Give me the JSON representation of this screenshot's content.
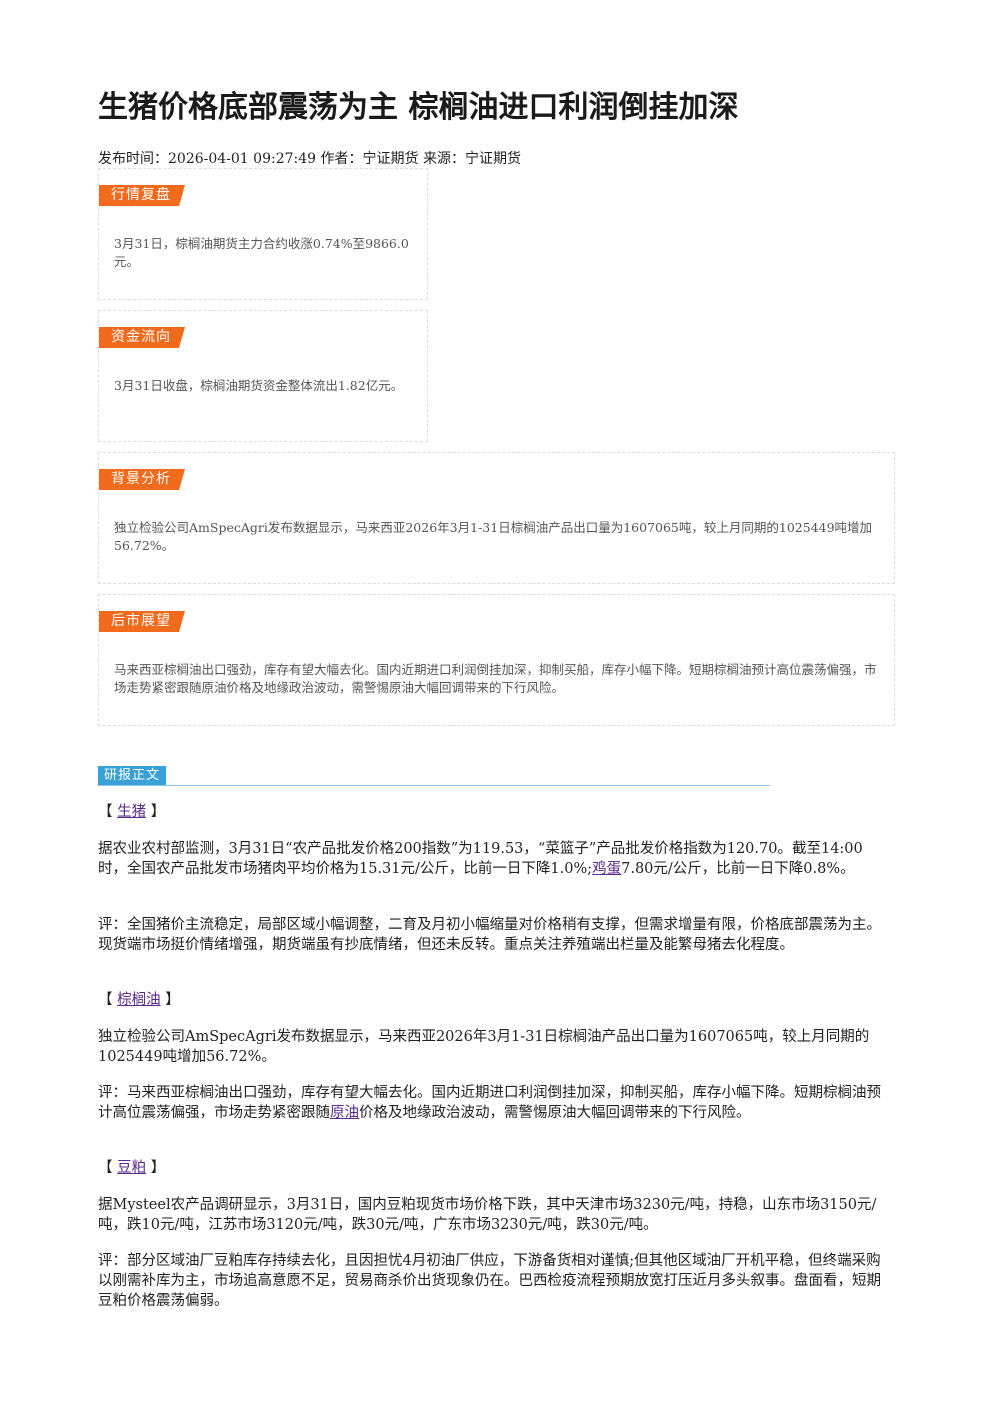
{
  "article": {
    "title": "生猪价格底部震荡为主 棕榈油进口利润倒挂加深",
    "meta": "发布时间：2026-04-01 09:27:49 作者：宁证期货 来源：宁证期货"
  },
  "summary_boxes": [
    {
      "tag": "行情复盘",
      "text": "3月31日，棕榈油期货主力合约收涨0.74%至9866.0元。"
    },
    {
      "tag": "资金流向",
      "text": "3月31日收盘，棕榈油期货资金整体流出1.82亿元。"
    },
    {
      "tag": "背景分析",
      "text": "独立检验公司AmSpecAgri发布数据显示，马来西亚2026年3月1-31日棕榈油产品出口量为1607065吨，较上月同期的1025449吨增加56.72%。"
    },
    {
      "tag": "后市展望",
      "text": "马来西亚棕榈油出口强劲，库存有望大幅去化。国内近期进口利润倒挂加深，抑制买船，库存小幅下降。短期棕榈油预计高位震荡偏强，市场走势紧密跟随原油价格及地缘政治波动，需警惕原油大幅回调带来的下行风险。"
    }
  ],
  "report": {
    "tag": "研报正文",
    "sections": [
      {
        "bracket_open": "【",
        "bracket_close": "】",
        "name": "生猪",
        "p1_before": "据农业农村部监测，3月31日“农产品批发价格200指数”为119.53，“菜篮子”产品批发价格指数为120.70。截至14:00时，全国农产品批发市场猪肉平均价格为15.31元/公斤，比前一日下降1.0%;",
        "p1_link": "鸡蛋",
        "p1_after": "7.80元/公斤，比前一日下降0.8%。",
        "p2": "评：全国猪价主流稳定，局部区域小幅调整，二育及月初小幅缩量对价格稍有支撑，但需求增量有限，价格底部震荡为主。现货端市场挺价情绪增强，期货端虽有抄底情绪，但还未反转。重点关注养殖端出栏量及能繁母猪去化程度。"
      },
      {
        "bracket_open": "【",
        "bracket_close": "】",
        "name": "棕榈油",
        "p1": "独立检验公司AmSpecAgri发布数据显示，马来西亚2026年3月1-31日棕榈油产品出口量为1607065吨，较上月同期的1025449吨增加56.72%。",
        "p2_before": "评：马来西亚棕榈油出口强劲，库存有望大幅去化。国内近期进口利润倒挂加深，抑制买船，库存小幅下降。短期棕榈油预计高位震荡偏强，市场走势紧密跟随",
        "p2_link": "原油",
        "p2_after": "价格及地缘政治波动，需警惕原油大幅回调带来的下行风险。"
      },
      {
        "bracket_open": "【",
        "bracket_close": "】",
        "name": "豆粕",
        "p1": "据Mysteel农产品调研显示，3月31日，国内豆粕现货市场价格下跌，其中天津市场3230元/吨，持稳，山东市场3150元/吨，跌10元/吨，江苏市场3120元/吨，跌30元/吨，广东市场3230元/吨，跌30元/吨。",
        "p2": "评：部分区域油厂豆粕库存持续去化，且因担忧4月初油厂供应，下游备货相对谨慎;但其他区域油厂开机平稳，但终端采购以刚需补库为主，市场追高意愿不足，贸易商杀价出货现象仍在。巴西检疫流程预期放宽打压近月多头叙事。盘面看，短期豆粕价格震荡偏弱。"
      }
    ]
  }
}
